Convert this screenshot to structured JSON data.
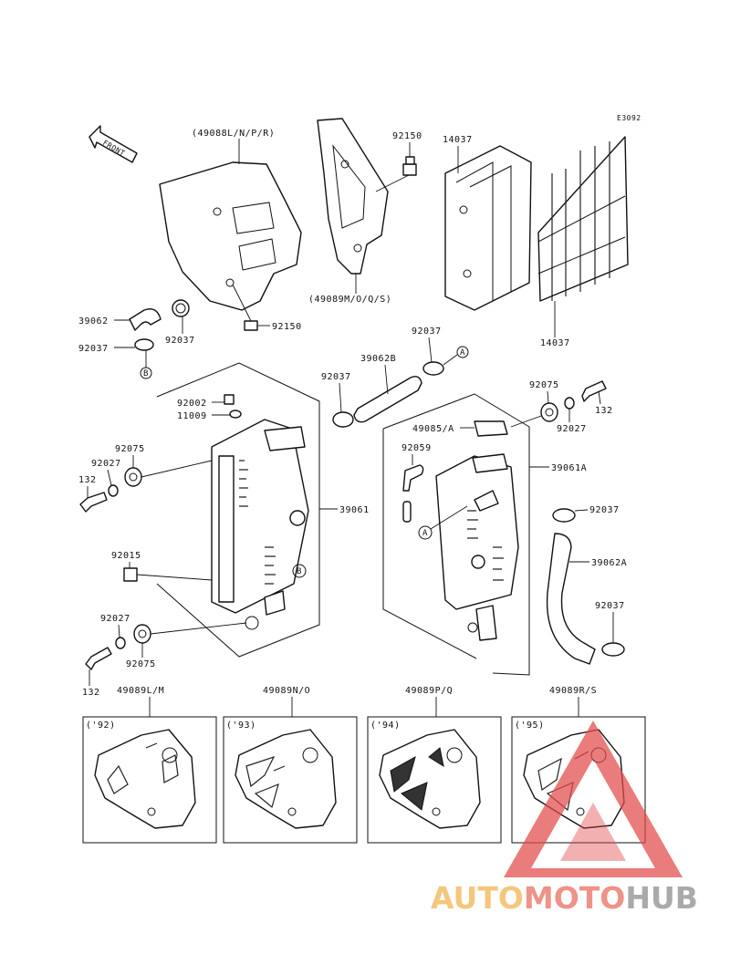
{
  "diagram_code": "E3092",
  "front_label": "FRONT",
  "callouts": {
    "shroud_left": "(49088L/N/P/R)",
    "shroud_right": "(49089M/O/Q/S)",
    "bolt_92150_top": "92150",
    "screen_14037_top": "14037",
    "screen_14037_bottom": "14037",
    "hose_39062": "39062",
    "clamp_92037_left": "92037",
    "clamp_92037_mid": "92037",
    "bolt_92150_bottom": "92150",
    "clamp_92037_upper": "92037",
    "hose_39062b": "39062B",
    "clamp_92037_center": "92037",
    "cap_92002": "92002",
    "gasket_11009": "11009",
    "grommet_92075_left": "92075",
    "collar_92027_left": "92027",
    "bolt_132_left": "132",
    "radiator_39061": "39061",
    "bracket_92015": "92015",
    "collar_92027_lower": "92027",
    "grommet_92075_lower": "92075",
    "bolt_132_lower": "132",
    "grommet_92075_right": "92075",
    "collar_92027_right": "92027",
    "bolt_132_right": "132",
    "guard_49085a": "49085/A",
    "hose_92059": "92059",
    "radiator_39061a": "39061A",
    "clamp_92037_right": "92037",
    "hose_39062a": "39062A",
    "clamp_92037_lowright": "92037",
    "ref_a": "A",
    "ref_b": "B"
  },
  "variants": [
    {
      "part": "49089L/M",
      "year": "('92)"
    },
    {
      "part": "49089N/O",
      "year": "('93)"
    },
    {
      "part": "49089P/Q",
      "year": "('94)"
    },
    {
      "part": "49089R/S",
      "year": "('95)"
    }
  ],
  "watermark": {
    "auto": "AUTO",
    "moto": "MOTO",
    "hub": "HUB",
    "colors": {
      "auto": "#f2b24a",
      "moto": "#e86a5a",
      "hub": "#8a8a8a",
      "triangle": "#e24b4b"
    }
  }
}
